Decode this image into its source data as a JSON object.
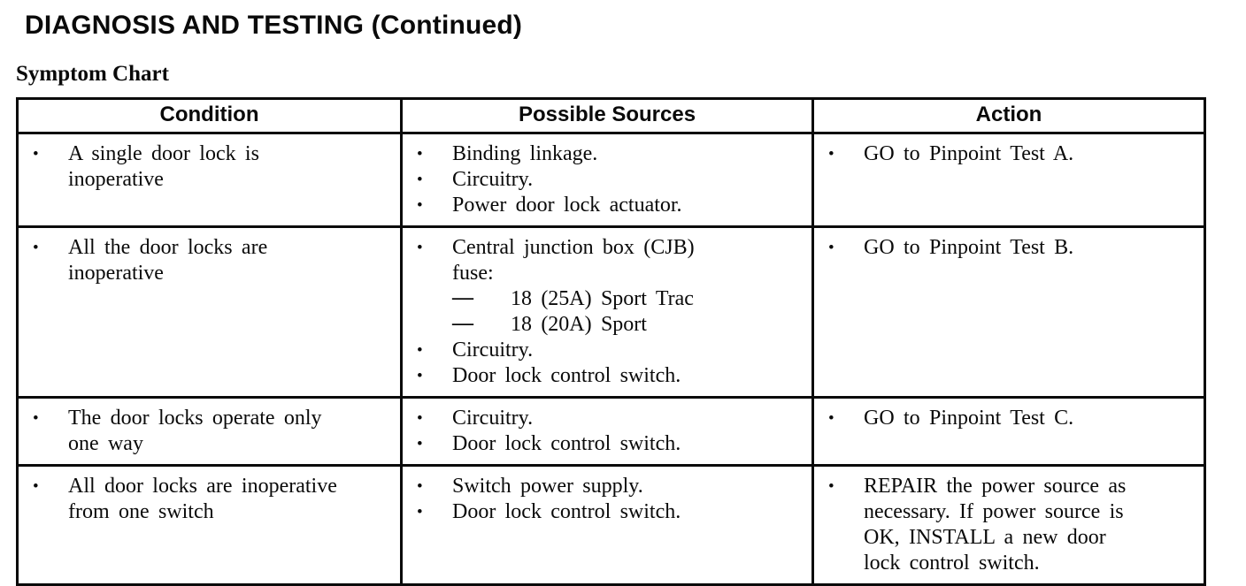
{
  "page": {
    "heading": "DIAGNOSIS AND TESTING (Continued)",
    "subheading": "Symptom Chart"
  },
  "table": {
    "headers": [
      "Condition",
      "Possible Sources",
      "Action"
    ],
    "rows": [
      {
        "condition": [
          "A single door lock is",
          "inoperative"
        ],
        "sources": [
          {
            "lines": [
              "Binding linkage."
            ]
          },
          {
            "lines": [
              "Circuitry."
            ]
          },
          {
            "lines": [
              "Power door lock actuator."
            ]
          }
        ],
        "action": [
          "GO to Pinpoint Test A."
        ]
      },
      {
        "condition": [
          "All the door locks are",
          "inoperative"
        ],
        "sources": [
          {
            "lines": [
              "Central junction box (CJB)",
              "fuse:"
            ],
            "subitems": [
              "18 (25A) Sport Trac",
              "18 (20A) Sport"
            ]
          },
          {
            "lines": [
              "Circuitry."
            ]
          },
          {
            "lines": [
              "Door lock control switch."
            ]
          }
        ],
        "action": [
          "GO to Pinpoint Test B."
        ]
      },
      {
        "condition": [
          "The door locks operate only",
          "one way"
        ],
        "sources": [
          {
            "lines": [
              "Circuitry."
            ]
          },
          {
            "lines": [
              "Door lock control switch."
            ]
          }
        ],
        "action": [
          "GO to Pinpoint Test C."
        ]
      },
      {
        "condition": [
          "All door locks are inoperative",
          "from one switch"
        ],
        "sources": [
          {
            "lines": [
              "Switch power supply."
            ]
          },
          {
            "lines": [
              "Door lock control switch."
            ]
          }
        ],
        "action": [
          "REPAIR the power source as",
          "necessary. If power source is",
          "OK, INSTALL a new door",
          "lock control switch."
        ]
      }
    ]
  },
  "icons": {
    "bullet": "•",
    "dash": "—"
  }
}
